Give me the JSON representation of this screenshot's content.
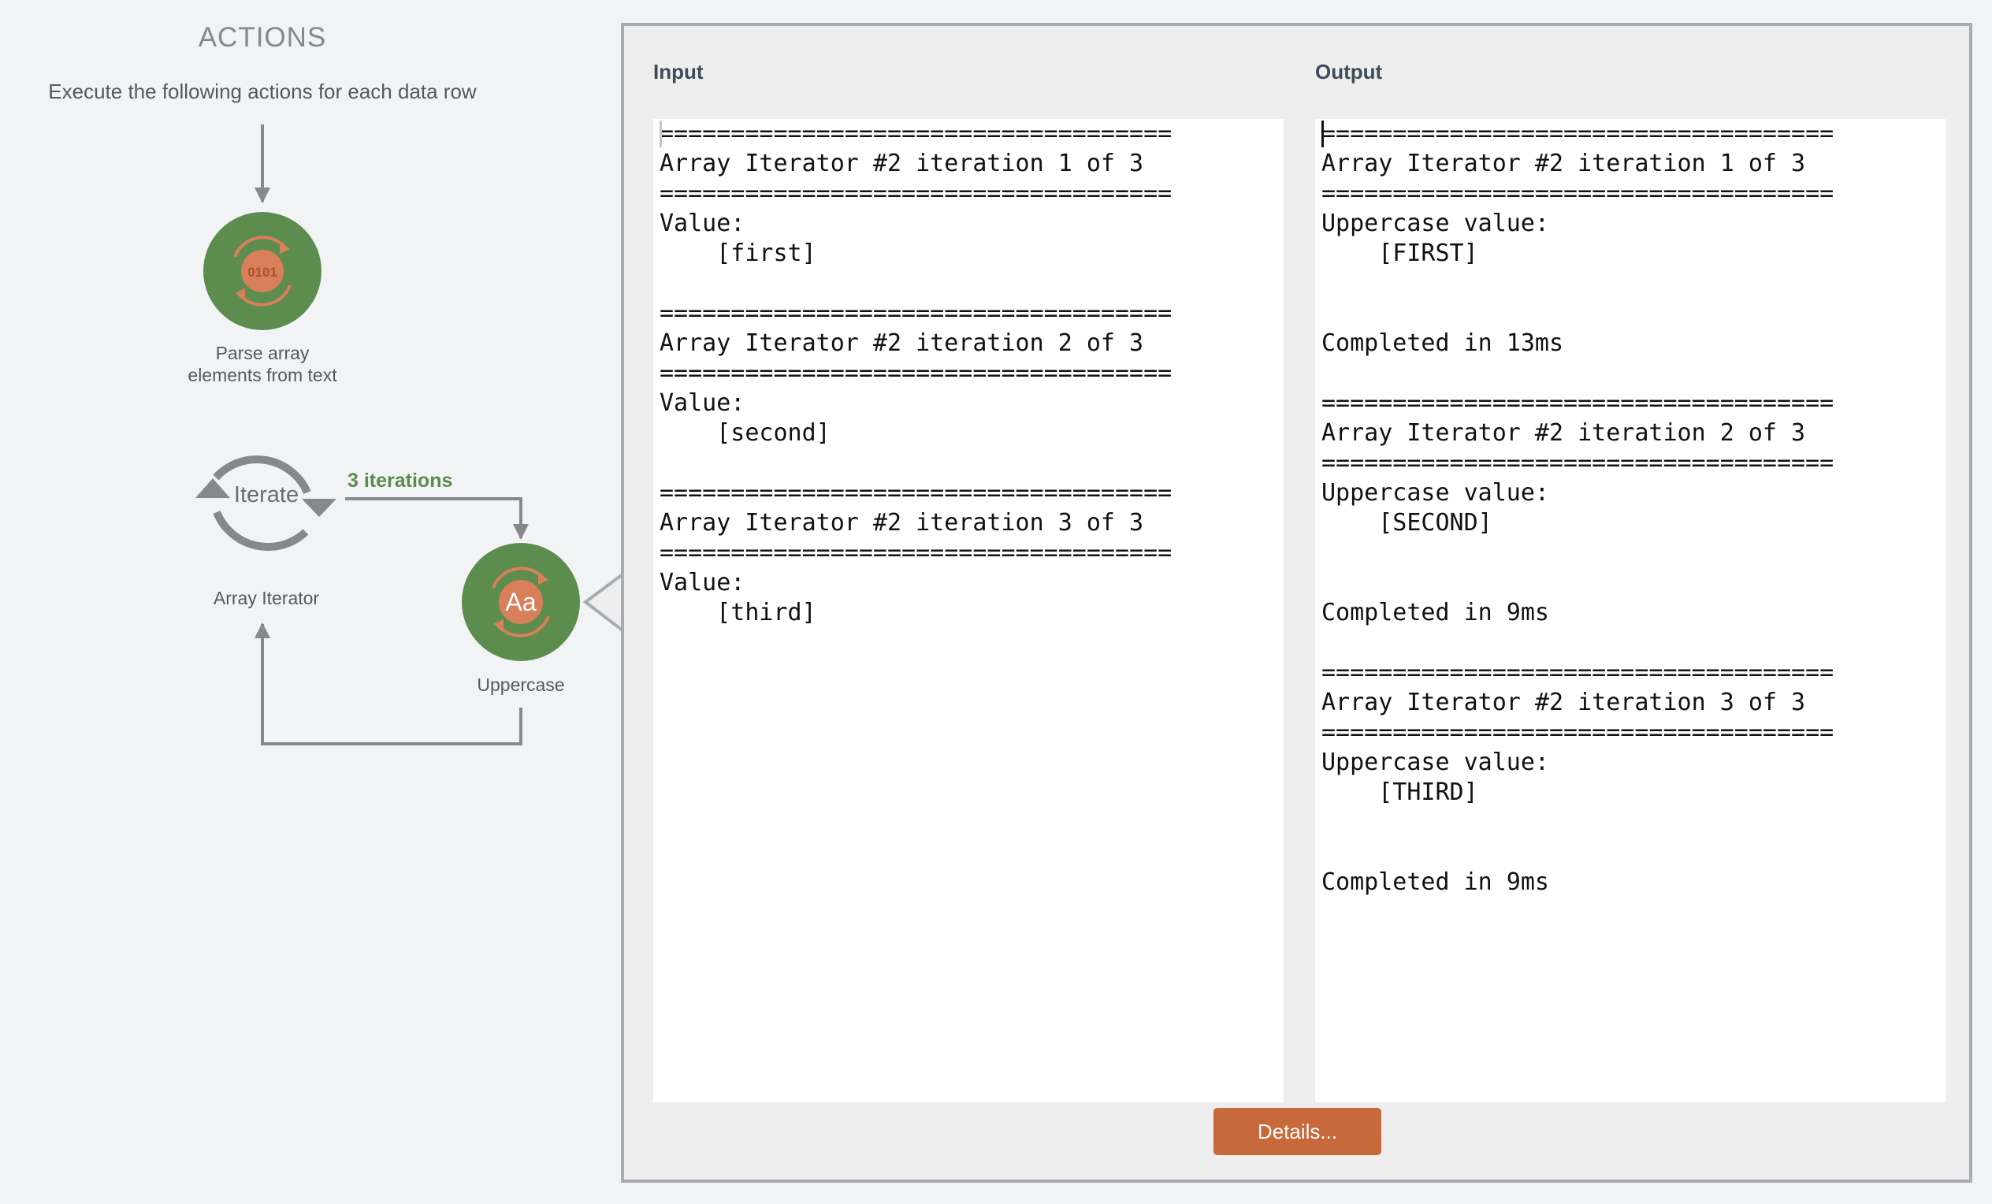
{
  "actions": {
    "title": "ACTIONS",
    "subtitle": "Execute the following actions for each data row"
  },
  "flow": {
    "parse_node": {
      "icon_text": "0101",
      "label": "Parse array elements from text",
      "icon": "binary-cycle-icon"
    },
    "iterator_node": {
      "icon_text": "Iterate",
      "label": "Array Iterator",
      "iterations_text": "3 iterations",
      "icon": "cycle-arrows-icon"
    },
    "uppercase_node": {
      "icon_text": "Aa",
      "label": "Uppercase",
      "icon": "text-case-cycle-icon"
    }
  },
  "panel": {
    "input_label": "Input",
    "output_label": "Output",
    "input_text": "====================================\nArray Iterator #2 iteration 1 of 3\n====================================\nValue:\n    [first]\n\n====================================\nArray Iterator #2 iteration 2 of 3\n====================================\nValue:\n    [second]\n\n====================================\nArray Iterator #2 iteration 3 of 3\n====================================\nValue:\n    [third]",
    "output_text": "====================================\nArray Iterator #2 iteration 1 of 3\n====================================\nUppercase value:\n    [FIRST]\n\n\nCompleted in 13ms\n\n====================================\nArray Iterator #2 iteration 2 of 3\n====================================\nUppercase value:\n    [SECOND]\n\n\nCompleted in 9ms\n\n====================================\nArray Iterator #2 iteration 3 of 3\n====================================\nUppercase value:\n    [THIRD]\n\n\nCompleted in 9ms",
    "details_button": "Details..."
  },
  "colors": {
    "node_green": "#5c8d4e",
    "accent_orange": "#d9805a",
    "iterations_green": "#5a8b4e",
    "button_orange": "#c8693b",
    "flow_gray": "#86898c"
  }
}
